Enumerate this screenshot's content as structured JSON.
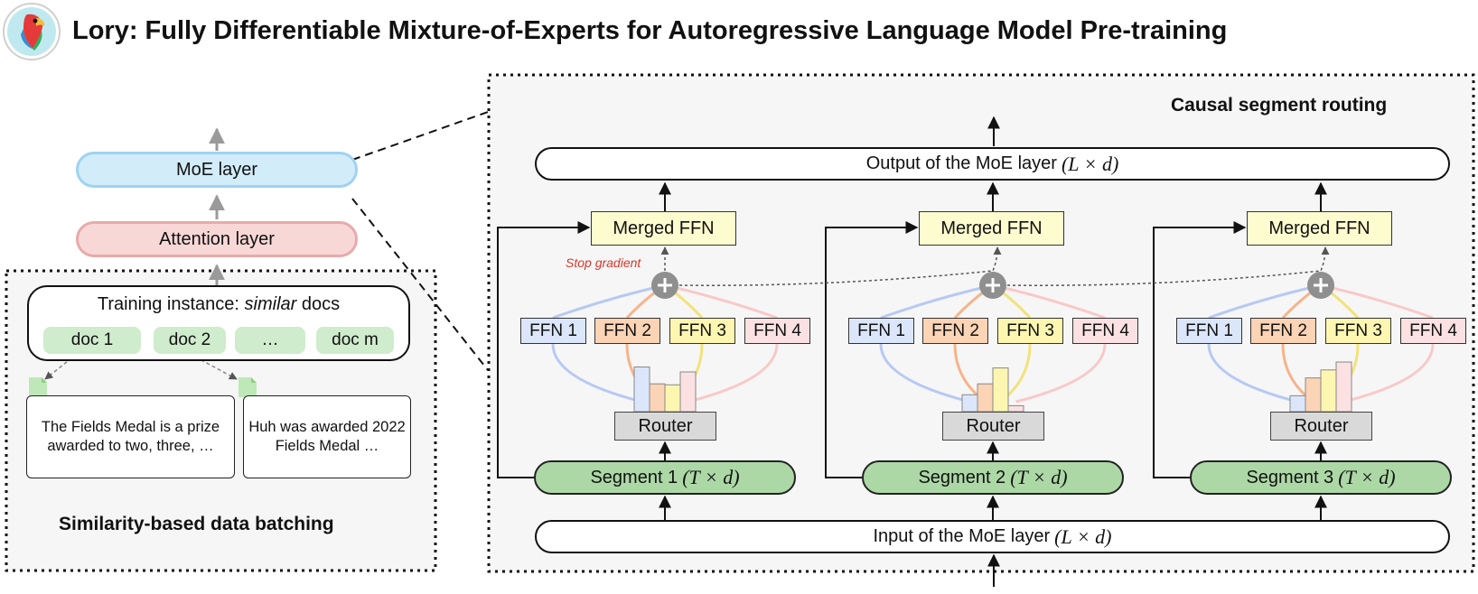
{
  "title": "Lory: Fully Differentiable Mixture-of-Experts for Autoregressive Language Model Pre-training",
  "logo_icon": "parrot-logo",
  "left_panel": {
    "moe_layer": "MoE layer",
    "attention_layer": "Attention layer",
    "training_instance_prefix": "Training instance: ",
    "training_instance_emph": "similar",
    "training_instance_suffix": " docs",
    "docs": [
      "doc 1",
      "doc 2",
      "…",
      "doc m"
    ],
    "doc_texts": [
      "The Fields Medal is a prize awarded to two, three, …",
      "Huh was awarded 2022 Fields Medal …"
    ],
    "section_label": "Similarity-based data batching"
  },
  "right_panel": {
    "section_label": "Causal segment routing",
    "output_text": "Output of the MoE layer",
    "input_text": "Input of the MoE layer",
    "dims_L": "(L × d)",
    "dims_T": "(T × d)",
    "merged_ffn": "Merged FFN",
    "ffn_labels": [
      "FFN 1",
      "FFN 2",
      "FFN 3",
      "FFN 4"
    ],
    "router": "Router",
    "segments": [
      "Segment 1",
      "Segment 2",
      "Segment 3"
    ],
    "stop_gradient": "Stop gradient",
    "router_weights": [
      [
        0.45,
        0.28,
        0.27,
        0.4
      ],
      [
        0.17,
        0.28,
        0.44,
        0.06
      ],
      [
        0.16,
        0.34,
        0.42,
        0.5
      ]
    ]
  },
  "colors": {
    "ffn1": "#dbe6fb",
    "ffn2": "#fbd3b5",
    "ffn3": "#fdf6b0",
    "ffn4": "#fbe1e1",
    "ffn1_line": "#b7c9f3",
    "ffn2_line": "#f6b48a",
    "ffn3_line": "#f1e37a",
    "ffn4_line": "#f8c9c8",
    "segment_green": "#acd8a6",
    "merged_yellow": "#fdfccf",
    "moe_blue": "#d2ecfa",
    "attention_red": "#f8d7d7",
    "stop_gradient_red": "#d9372b"
  }
}
